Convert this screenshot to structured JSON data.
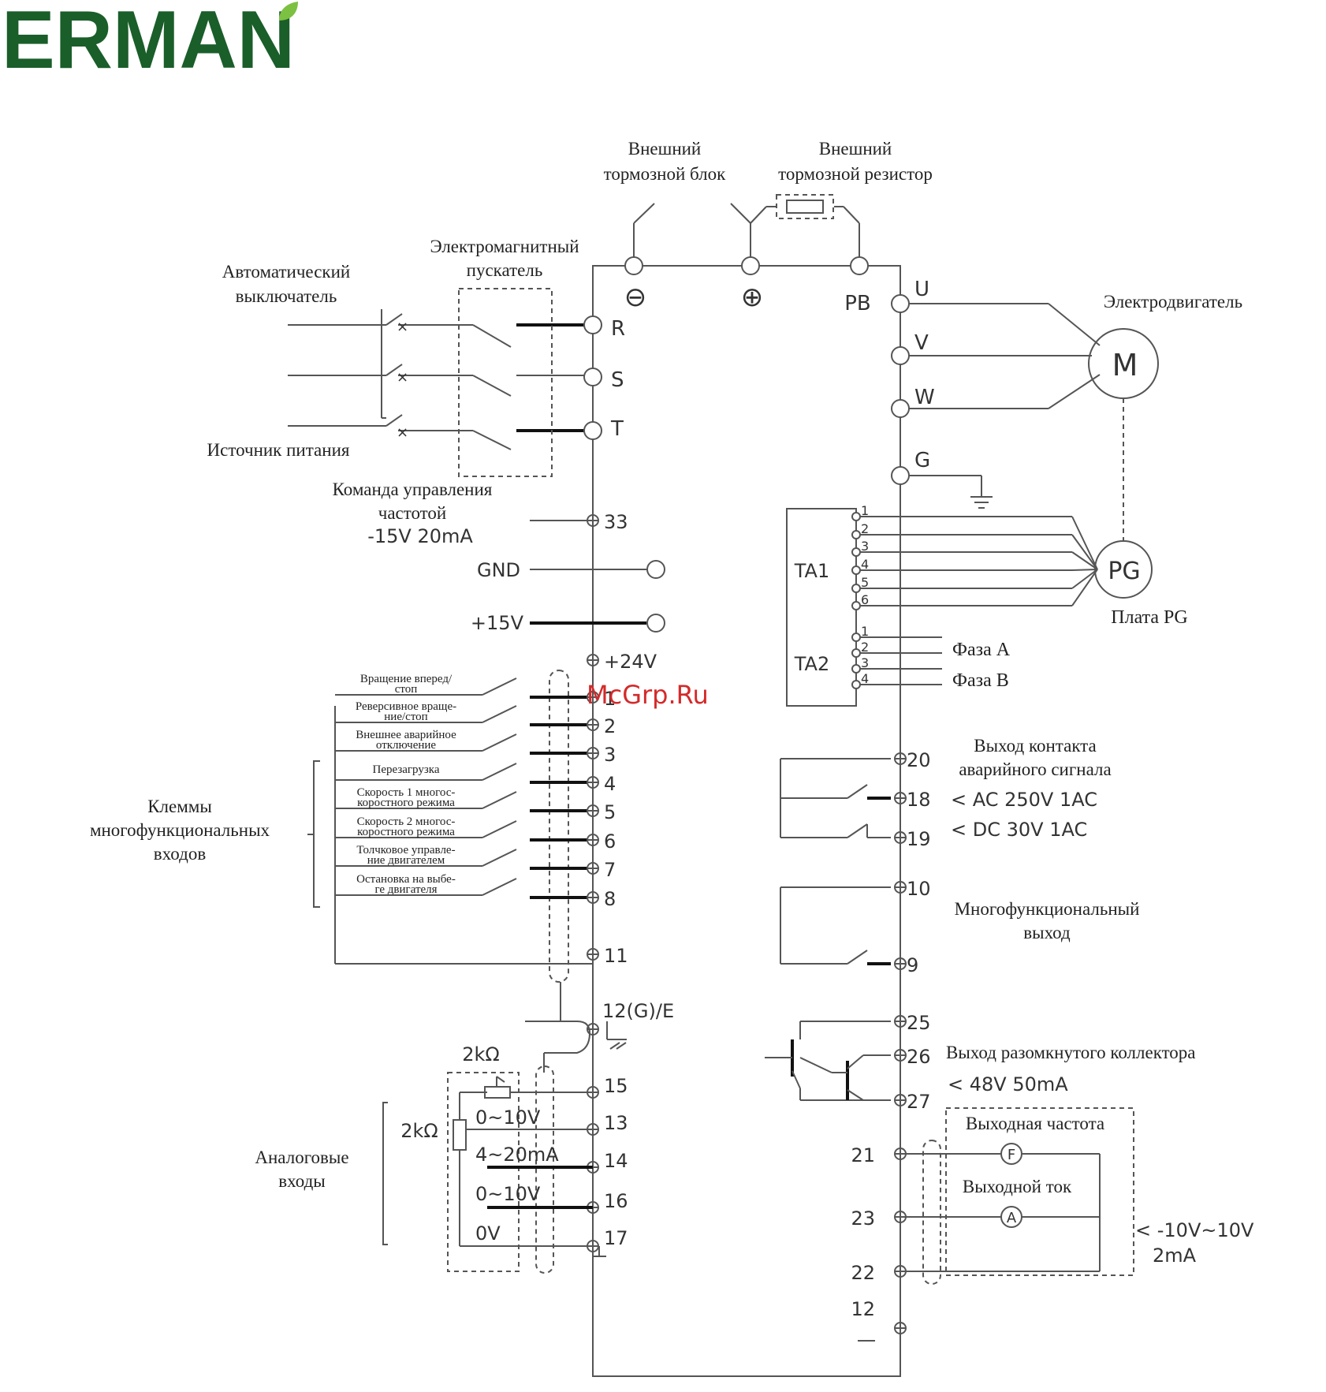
{
  "logo": {
    "text": "ERMAN",
    "text_color": "#1a5e2a",
    "leaf_color": "#7cc142"
  },
  "watermark": {
    "text": "McGrp.Ru",
    "color": "#d42a2a"
  },
  "labels": {
    "brake_unit": [
      "Внешний",
      "тормозной блок"
    ],
    "brake_resistor": [
      "Внешний",
      "тормозной резистор"
    ],
    "contactor": [
      "Электромагнитный",
      "пускатель"
    ],
    "breaker": [
      "Автоматический",
      "выключатель"
    ],
    "power_source": "Источник питания",
    "freq_command": [
      "Команда управления",
      "частотой"
    ],
    "freq_command_spec": "-15V 20mA",
    "motor": "Электродвигатель",
    "motor_symbol": "M",
    "pg_symbol": "PG",
    "pg_board": "Плата PG",
    "phase_a": "Фаза A",
    "phase_b": "Фаза B",
    "alarm_out": [
      "Выход контакта",
      "аварийного сигнала"
    ],
    "alarm_ac": "< AC 250V 1AC",
    "alarm_dc": "< DC 30V 1AC",
    "multi_out": [
      "Многофункциональный",
      "выход"
    ],
    "oc_out": "Выход разомкнутого коллектора",
    "oc_spec": "< 48V 50mA",
    "out_freq": "Выходная частота",
    "out_current": "Выходной ток",
    "meter_f": "F",
    "meter_a": "A",
    "analog_spec": [
      "< -10V~10V",
      "2mA"
    ],
    "multi_inputs": [
      "Клеммы",
      "многофункциональных",
      "входов"
    ],
    "analog_inputs": [
      "Аналоговые",
      "входы"
    ],
    "ta1": "TA1",
    "ta2": "TA2",
    "pot_top": "2kΩ",
    "pot_left": "2kΩ",
    "ai_0_10v_a": "0~10V",
    "ai_4_20ma": "4~20mA",
    "ai_0_10v_b": "0~10V",
    "ai_0v": "0V"
  },
  "power_terminals": {
    "minus": "⊖",
    "plus": "⊕",
    "pb": "PB",
    "r": "R",
    "s": "S",
    "t": "T",
    "u": "U",
    "v": "V",
    "w": "W",
    "g": "G"
  },
  "left_terminals": {
    "t33": "33",
    "gnd": "GND",
    "p15": "+15V",
    "p24": "+24V",
    "t1": "1",
    "t2": "2",
    "t3": "3",
    "t4": "4",
    "t5": "5",
    "t6": "6",
    "t7": "7",
    "t8": "8",
    "t11": "11",
    "t12ge": "12(G)/E",
    "t15": "15",
    "t13": "13",
    "t14": "14",
    "t16": "16",
    "t17": "17"
  },
  "right_terminals": {
    "t20": "20",
    "t18": "18",
    "t19": "19",
    "t10": "10",
    "t9": "9",
    "t25": "25",
    "t26": "26",
    "t27": "27",
    "t21": "21",
    "t23": "23",
    "t22": "22",
    "t12": "12"
  },
  "pg_pins": [
    "1",
    "2",
    "3",
    "4",
    "5",
    "6"
  ],
  "ta2_pins": [
    "1",
    "2",
    "3",
    "4"
  ],
  "input_functions": [
    [
      "Вращение вперед/",
      "стоп"
    ],
    [
      "Реверсивное враще-",
      "ние/стоп"
    ],
    [
      "Внешнее аварийное",
      "отключение"
    ],
    [
      "Перезагрузка"
    ],
    [
      "Скорость 1 многос-",
      "коростного режима"
    ],
    [
      "Скорость 2 многос-",
      "коростного режима"
    ],
    [
      "Толчковое управле-",
      "ние двигателем"
    ],
    [
      "Остановка на выбе-",
      "ге двигателя"
    ]
  ]
}
